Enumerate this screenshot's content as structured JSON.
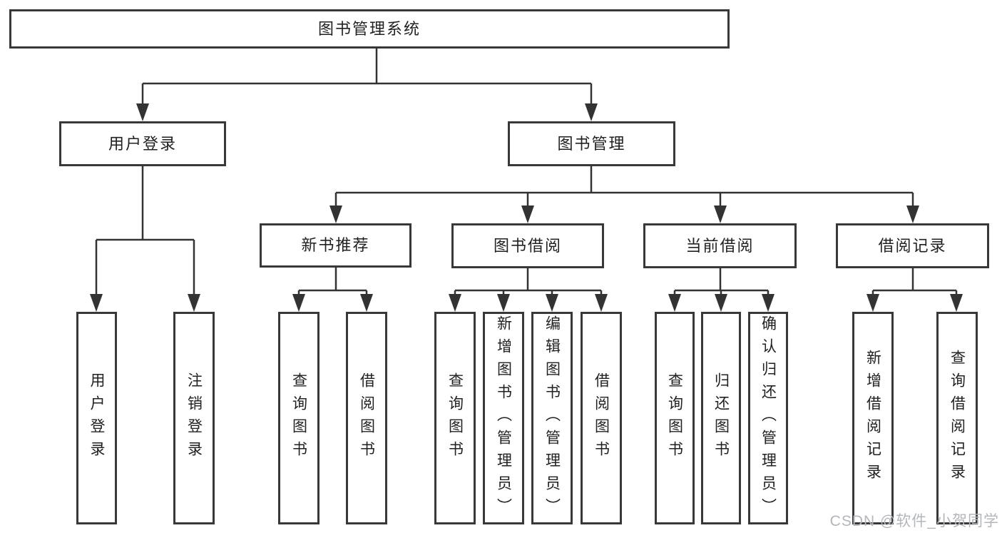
{
  "diagram": {
    "watermark": "CSDN @软件_小贺同学",
    "colors": {
      "line": "#333333",
      "box_border": "#383838",
      "text": "#212121",
      "watermark": "#b3b6bb",
      "background": "#ffffff"
    },
    "tree": {
      "label": "图书管理系统",
      "children": [
        {
          "label": "用户登录",
          "children": [
            {
              "label": "用户登录"
            },
            {
              "label": "注销登录"
            }
          ]
        },
        {
          "label": "图书管理",
          "children": [
            {
              "label": "新书推荐",
              "children": [
                {
                  "label": "查询图书"
                },
                {
                  "label": "借阅图书"
                }
              ]
            },
            {
              "label": "图书借阅",
              "children": [
                {
                  "label": "查询图书"
                },
                {
                  "label": "新增图书（管理员）"
                },
                {
                  "label": "编辑图书（管理员）"
                },
                {
                  "label": "借阅图书"
                }
              ]
            },
            {
              "label": "当前借阅",
              "children": [
                {
                  "label": "查询图书"
                },
                {
                  "label": "归还图书"
                },
                {
                  "label": "确认归还（管理员）"
                }
              ]
            },
            {
              "label": "借阅记录",
              "children": [
                {
                  "label": "新增借阅记录"
                },
                {
                  "label": "查询借阅记录"
                }
              ]
            }
          ]
        }
      ]
    }
  }
}
